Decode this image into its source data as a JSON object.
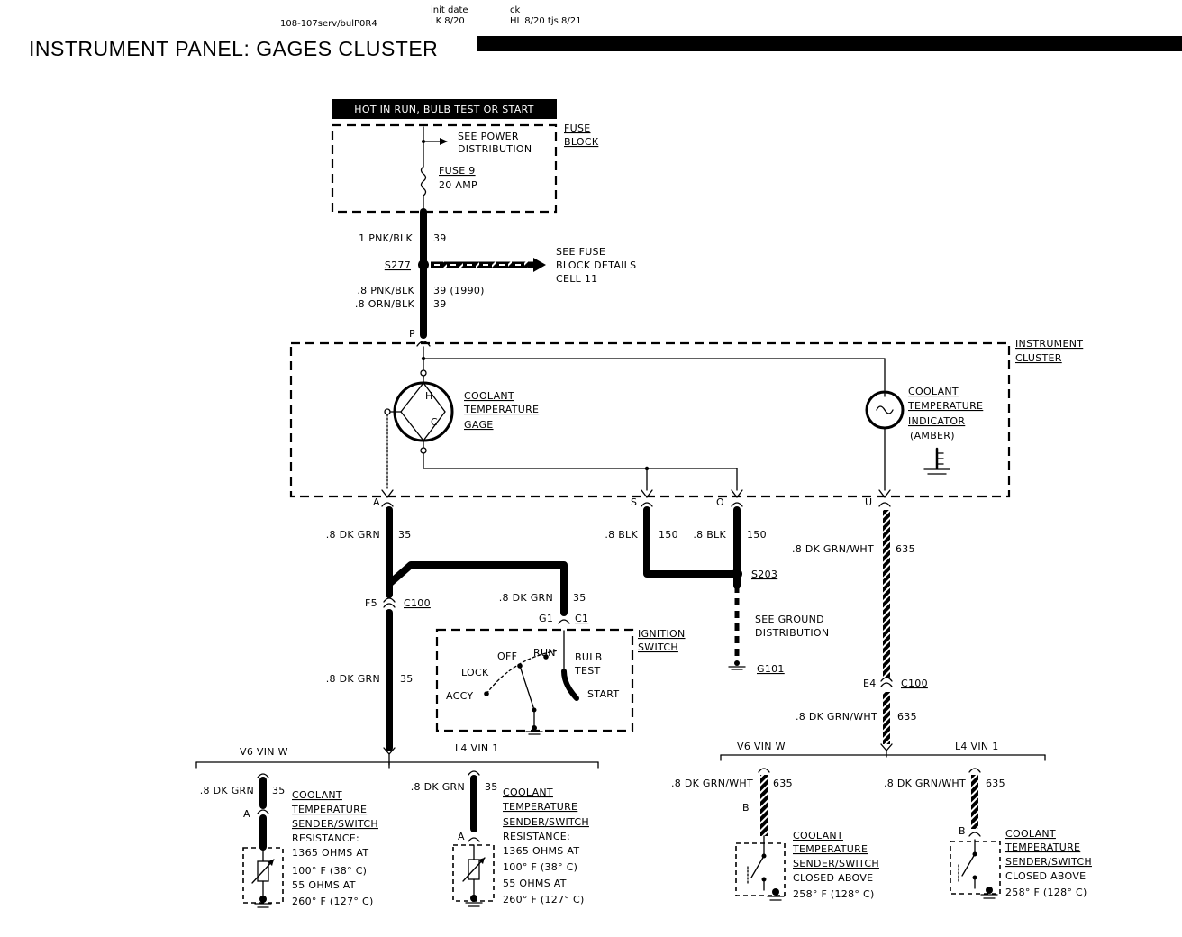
{
  "header": {
    "file_ref": "108-107serv/bulP0R4",
    "init_date_label": "init  date",
    "init_date_value": "LK  8/20",
    "ck_label": "ck",
    "ck_value": "HL  8/20   tjs  8/21",
    "title": "INSTRUMENT PANEL: GAGES CLUSTER"
  },
  "fuse_block": {
    "banner": "HOT IN RUN, BULB TEST OR START",
    "label_line1": "FUSE",
    "label_line2": "BLOCK",
    "see_power_line1": "SEE POWER",
    "see_power_line2": "DISTRIBUTION",
    "fuse_name": "FUSE 9",
    "fuse_rating": "20 AMP"
  },
  "feed": {
    "wire1_left": "1 PNK/BLK",
    "wire1_right": "39",
    "splice": "S277",
    "see_fuse_line1": "SEE FUSE",
    "see_fuse_line2": "BLOCK DETAILS",
    "see_fuse_line3": "CELL 11",
    "wire2_left": ".8 PNK/BLK",
    "wire2_right": "39 (1990)",
    "wire3_left": ".8 ORN/BLK",
    "wire3_right": "39",
    "pin_p": "P"
  },
  "cluster": {
    "label_line1": "INSTRUMENT",
    "label_line2": "CLUSTER",
    "gage_line1": "COOLANT",
    "gage_line2": "TEMPERATURE",
    "gage_line3": "GAGE",
    "gage_h": "H",
    "gage_c": "C",
    "ind_line1": "COOLANT",
    "ind_line2": "TEMPERATURE",
    "ind_line3": "INDICATOR",
    "ind_line4": "(AMBER)",
    "pin_a": "A",
    "pin_s": "S",
    "pin_o": "O",
    "pin_u": "U"
  },
  "left_circuit": {
    "wire_a_left": ".8 DK GRN",
    "wire_a_right": "35",
    "conn_pin": "F5",
    "conn_name": "C100",
    "wire_b_left": ".8 DK GRN",
    "wire_b_right": "35",
    "ign_wire_left": ".8 DK GRN",
    "ign_wire_right": "35",
    "ign_pin": "G1",
    "ign_conn": "C1"
  },
  "ignition": {
    "label_line1": "IGNITION",
    "label_line2": "SWITCH",
    "off": "OFF",
    "run": "RUN",
    "lock": "LOCK",
    "accy": "ACCY",
    "bulb_line1": "BULB",
    "bulb_line2": "TEST",
    "start": "START"
  },
  "ground_circuit": {
    "wire_s_left": ".8 BLK",
    "wire_s_right": "150",
    "wire_o_left": ".8 BLK",
    "wire_o_right": "150",
    "splice": "S203",
    "see_ground_line1": "SEE GROUND",
    "see_ground_line2": "DISTRIBUTION",
    "ground": "G101"
  },
  "right_circuit": {
    "wire_u_left": ".8 DK GRN/WHT",
    "wire_u_right": "635",
    "conn_pin": "E4",
    "conn_name": "C100",
    "wire_b_left": ".8 DK GRN/WHT",
    "wire_b_right": "635"
  },
  "bottom_left": {
    "v6_label": "V6 VIN W",
    "l4_label": "L4 VIN 1",
    "v6_wire_left": ".8 DK GRN",
    "v6_wire_right": "35",
    "v6_pin": "A",
    "l4_wire_left": ".8 DK GRN",
    "l4_wire_right": "35",
    "l4_pin": "A",
    "sender_line1": "COOLANT",
    "sender_line2": "TEMPERATURE",
    "sender_line3": "SENDER/SWITCH",
    "res_line1": "RESISTANCE:",
    "res_line2": "1365 OHMS AT",
    "res_line3": "100° F (38° C)",
    "res_line4": "55 OHMS AT",
    "res_line5": "260° F (127° C)"
  },
  "bottom_right": {
    "v6_label": "V6 VIN W",
    "l4_label": "L4 VIN 1",
    "v6_wire_left": ".8 DK GRN/WHT",
    "v6_wire_right": "635",
    "v6_pin": "B",
    "l4_wire_left": ".8 DK GRN/WHT",
    "l4_wire_right": "635",
    "l4_pin": "B",
    "sender_line1": "COOLANT",
    "sender_line2": "TEMPERATURE",
    "sender_line3": "SENDER/SWITCH",
    "closed_line1": "CLOSED ABOVE",
    "closed_line2": "258° F (128° C)"
  }
}
